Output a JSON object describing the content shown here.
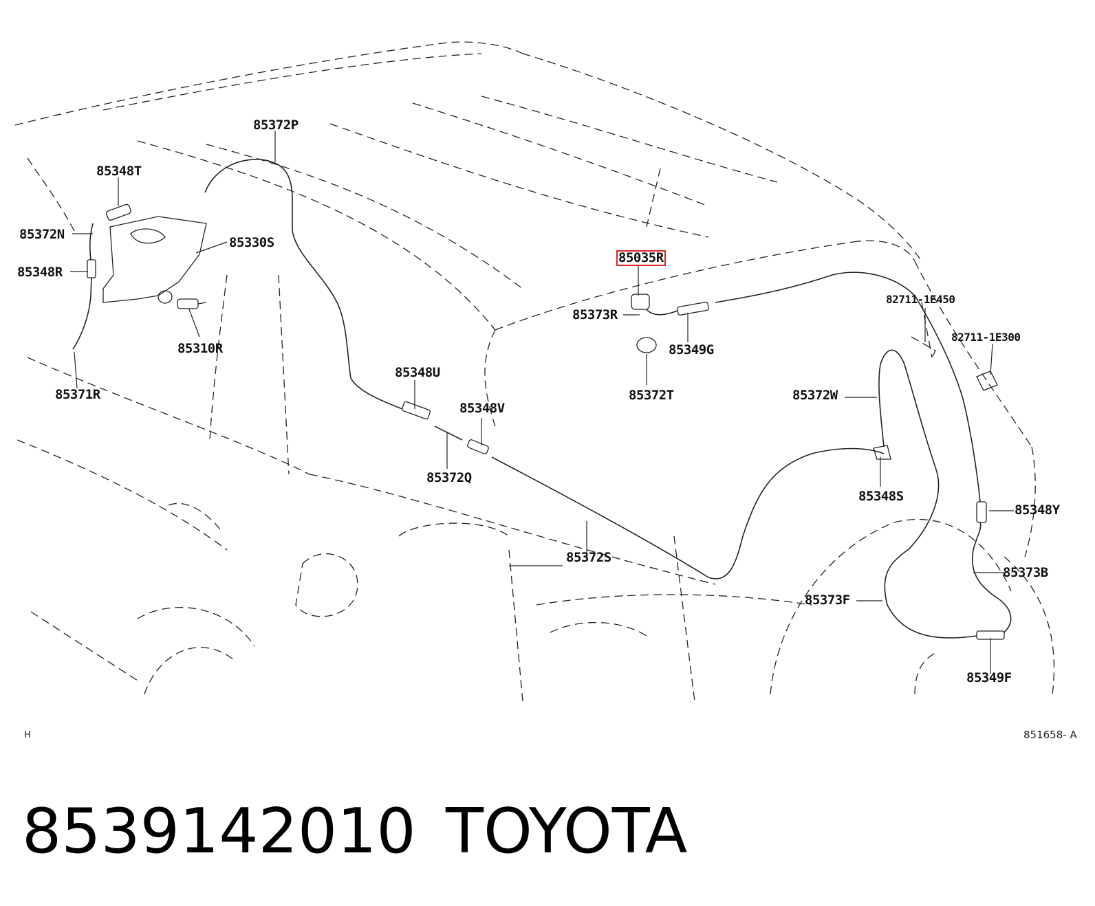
{
  "diagram": {
    "callouts": [
      {
        "id": "85372P",
        "label": "85372P"
      },
      {
        "id": "85348T",
        "label": "85348T"
      },
      {
        "id": "85372N",
        "label": "85372N"
      },
      {
        "id": "85330S",
        "label": "85330S"
      },
      {
        "id": "85348R",
        "label": "85348R"
      },
      {
        "id": "85310R",
        "label": "85310R"
      },
      {
        "id": "85371R",
        "label": "85371R"
      },
      {
        "id": "85035R",
        "label": "85035R",
        "highlighted": true
      },
      {
        "id": "85373R",
        "label": "85373R"
      },
      {
        "id": "85349G",
        "label": "85349G"
      },
      {
        "id": "85372T",
        "label": "85372T"
      },
      {
        "id": "85348U",
        "label": "85348U"
      },
      {
        "id": "85348V",
        "label": "85348V"
      },
      {
        "id": "85372Q",
        "label": "85372Q"
      },
      {
        "id": "82711-1E450",
        "label": "82711-1E450"
      },
      {
        "id": "82711-1E300",
        "label": "82711-1E300"
      },
      {
        "id": "85372W",
        "label": "85372W"
      },
      {
        "id": "85348S",
        "label": "85348S"
      },
      {
        "id": "85348Y",
        "label": "85348Y"
      },
      {
        "id": "85372S",
        "label": "85372S"
      },
      {
        "id": "85373B",
        "label": "85373B"
      },
      {
        "id": "85373F",
        "label": "85373F"
      },
      {
        "id": "85349F",
        "label": "85349F"
      }
    ],
    "highlight_color": "#d6262b",
    "corner_mark": "H",
    "drawing_id": "851658- A"
  },
  "footer": {
    "part_number": "8539142010",
    "brand": "TOYOTA"
  }
}
